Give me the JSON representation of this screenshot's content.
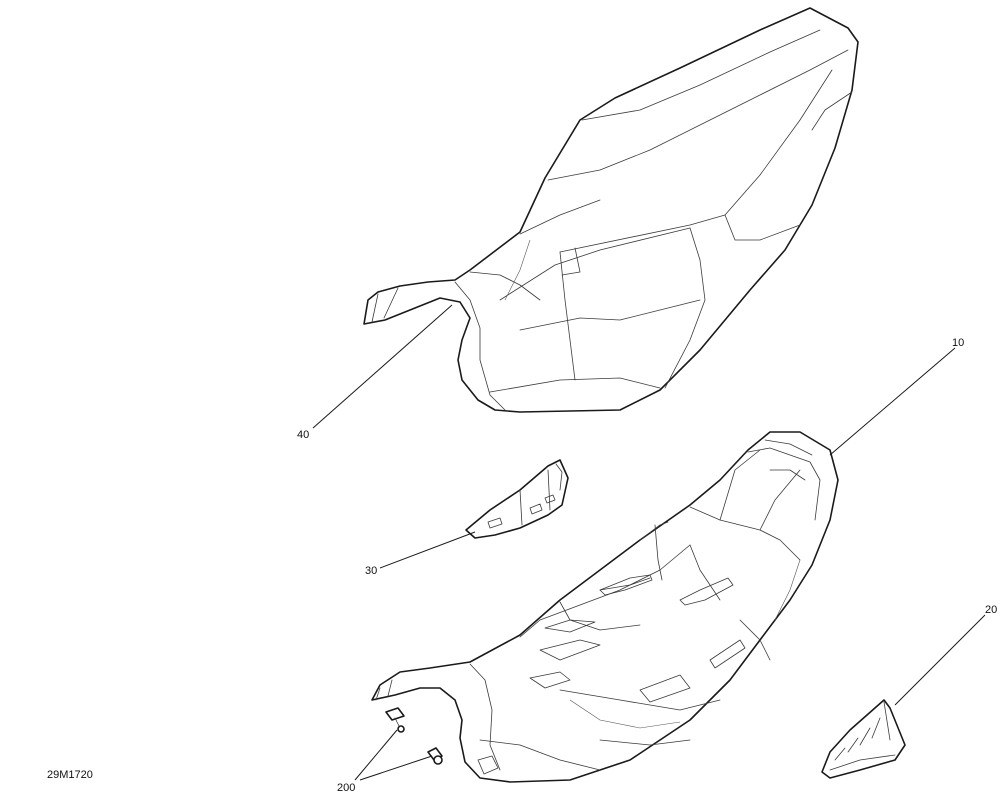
{
  "callouts": {
    "seat_cover": "40",
    "seat_base": "10",
    "bracket": "30",
    "trim_piece": "20",
    "fasteners": "200"
  },
  "figure_code": "29M1720",
  "colors": {
    "line": "#1a1a1a",
    "background": "#ffffff"
  }
}
